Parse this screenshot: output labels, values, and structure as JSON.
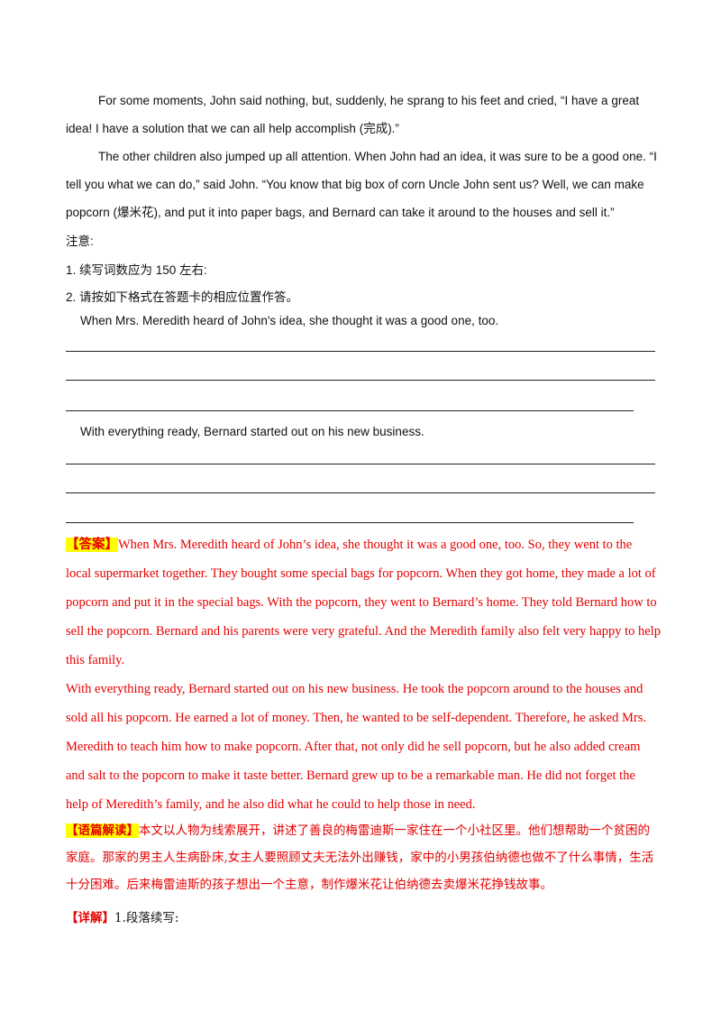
{
  "story": {
    "p1": "For some moments, John said nothing, but, suddenly, he sprang to his feet and cried, “I have a great idea! I have a solution that we can all help accomplish (完成).”",
    "p2": "The other children also jumped up all attention. When John had an idea, it was sure to be a good one. “I tell you what we can do,” said John. “You know that big box of corn Uncle John sent us? Well, we can make popcorn (爆米花), and put it into paper bags, and Bernard can take it around to the houses and sell it.”"
  },
  "notes": {
    "heading": "注意:",
    "item1": "1.  续写词数应为 150 左右:",
    "item2": "2.  请按如下格式在答题卡的相应位置作答。"
  },
  "prompts": {
    "first": "When Mrs. Meredith heard of John's idea, she thought it was a good one, too.",
    "second": "With everything ready, Bernard started out on his new business."
  },
  "answer": {
    "tag": "【答案】",
    "para1": "When Mrs. Meredith heard of John’s idea, she thought it was a good one, too. So, they went to the local supermarket together. They bought some special bags for popcorn. When they got home, they made a lot of popcorn and put it in the special bags. With the popcorn, they went to Bernard’s home. They told Bernard how to sell the popcorn. Bernard and his parents were very grateful. And the Meredith family also felt very happy to help this family.",
    "para2": "With everything ready, Bernard started out on his new business. He took the popcorn around to the houses and sold all his popcorn. He earned a lot of money. Then, he wanted to be self-dependent. Therefore, he asked Mrs. Meredith to teach him how to make popcorn. After that, not only did he sell popcorn, but he also added cream and salt to the popcorn to make it taste better. Bernard grew up to be a remarkable man. He did not forget the help of Meredith’s family, and he also did what he could to help those in need."
  },
  "analysis": {
    "tag": "【语篇解读】",
    "text": "本文以人物为线索展开，讲述了善良的梅雷迪斯一家住在一个小社区里。他们想帮助一个贫困的家庭。那家的男主人生病卧床,女主人要照顾丈夫无法外出赚钱，家中的小男孩伯纳德也做不了什么事情，生活十分困难。后来梅雷迪斯的孩子想出一个主意，制作爆米花让伯纳德去卖爆米花挣钱故事。"
  },
  "detail": {
    "tag": "【详解】",
    "text": "1.段落续写:"
  }
}
